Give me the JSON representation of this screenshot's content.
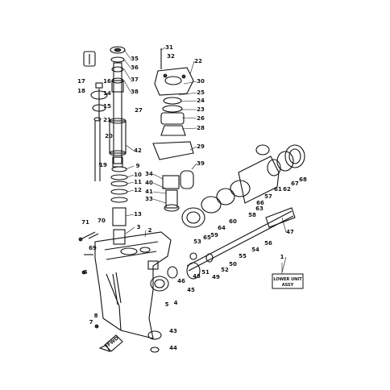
{
  "diagram": {
    "title_box": {
      "line1": "LOWER UNIT",
      "line2": "ASSY"
    },
    "fwd_label": "FWD",
    "callouts": [
      "1",
      "2",
      "3",
      "4",
      "5",
      "6",
      "7",
      "8",
      "9",
      "10",
      "11",
      "12",
      "13",
      "14",
      "15",
      "16",
      "17",
      "18",
      "19",
      "20",
      "21",
      "22",
      "23",
      "24",
      "25",
      "26",
      "27",
      "28",
      "29",
      "30",
      "31",
      "32",
      "33",
      "34",
      "35",
      "36",
      "37",
      "38",
      "39",
      "40",
      "41",
      "42",
      "43",
      "44",
      "45",
      "46",
      "47",
      "48",
      "49",
      "50",
      "51",
      "52",
      "53",
      "54",
      "55",
      "56",
      "57",
      "58",
      "59",
      "60",
      "61",
      "62",
      "63",
      "64",
      "65",
      "66",
      "67",
      "68",
      "69",
      "70",
      "71"
    ]
  }
}
